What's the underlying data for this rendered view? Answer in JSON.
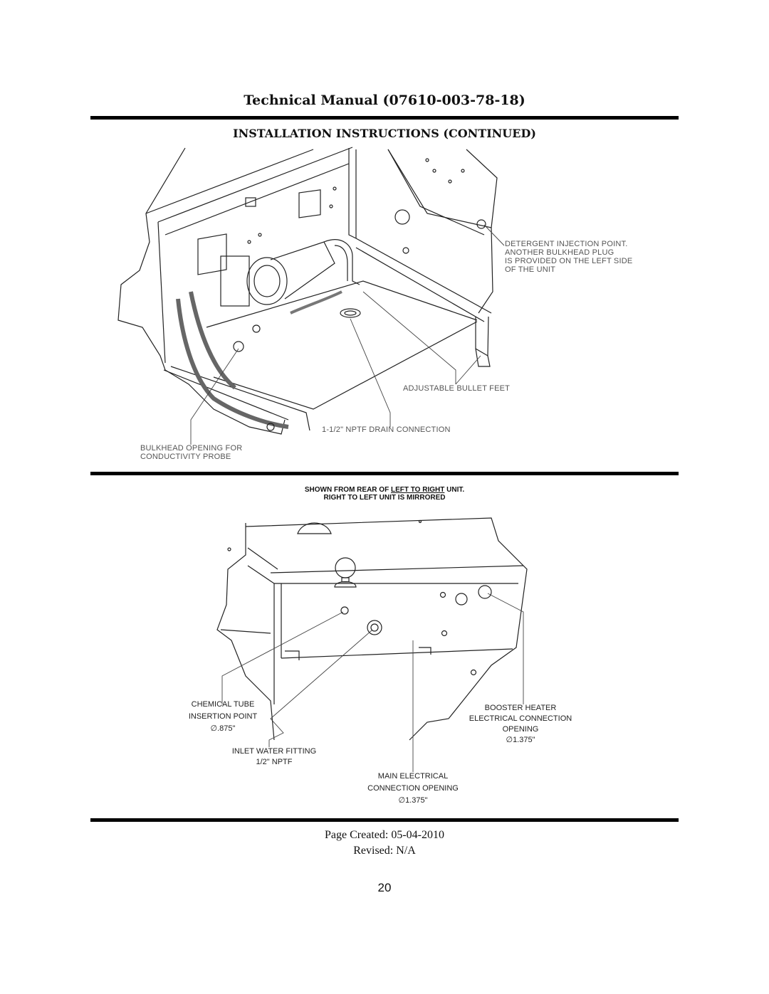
{
  "header": {
    "manual_title": "Technical Manual (07610-003-78-18)",
    "section_title": "INSTALLATION INSTRUCTIONS (CONTINUED)"
  },
  "figure_top": {
    "callouts": {
      "detergent": [
        "DETERGENT INJECTION POINT.",
        "ANOTHER BULKHEAD PLUG",
        "IS PROVIDED ON THE LEFT SIDE",
        "OF THE UNIT"
      ],
      "bullet_feet": "ADJUSTABLE BULLET FEET",
      "drain": "1-1/2\" NPTF DRAIN CONNECTION",
      "bulkhead": [
        "BULKHEAD OPENING FOR",
        "CONDUCTIVITY PROBE"
      ]
    }
  },
  "orientation_note": {
    "line1_prefix": "SHOWN FROM REAR OF ",
    "line1_emphasis": "LEFT TO RIGHT",
    "line1_suffix": " UNIT.",
    "line2": "RIGHT TO LEFT UNIT IS MIRRORED"
  },
  "figure_bottom": {
    "callouts": {
      "chemical_tube": [
        "CHEMICAL TUBE",
        "INSERTION POINT",
        "∅.875\""
      ],
      "inlet_water": [
        "INLET WATER FITTING",
        "1/2\" NPTF"
      ],
      "booster_heater": [
        "BOOSTER HEATER",
        "ELECTRICAL CONNECTION",
        "OPENING",
        "∅1.375\""
      ],
      "main_electrical": [
        "MAIN ELECTRICAL",
        "CONNECTION  OPENING",
        "∅1.375\""
      ]
    }
  },
  "footer": {
    "page_created": "Page Created: 05-04-2010",
    "revised": "Revised: N/A",
    "page_number": "20"
  }
}
